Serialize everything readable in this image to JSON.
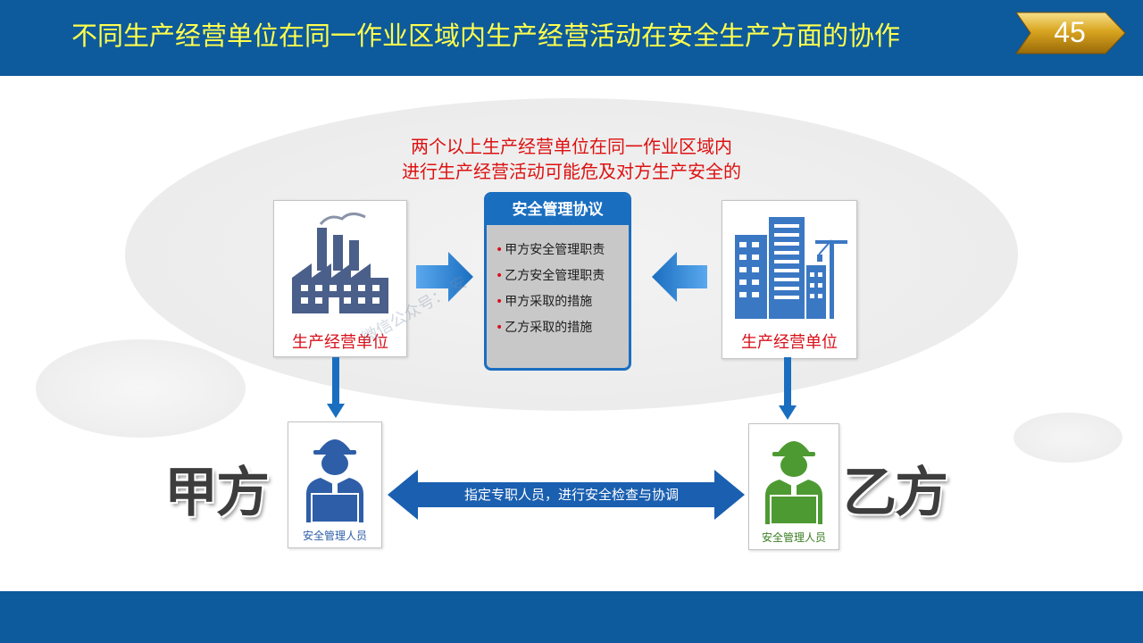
{
  "header": {
    "title": "不同生产经营单位在同一作业区域内生产经营活动在安全生产方面的协作",
    "page_number": "45"
  },
  "intro": {
    "line1": "两个以上生产经营单位在同一作业区域内",
    "line2": "进行生产经营活动可能危及对方生产安全的"
  },
  "left_unit": {
    "label": "生产经营单位",
    "icon": "factory-icon"
  },
  "right_unit": {
    "label": "生产经营单位",
    "icon": "buildings-icon"
  },
  "agreement": {
    "title": "安全管理协议",
    "items": [
      "甲方安全管理职责",
      "乙方安全管理职责",
      "甲方采取的措施",
      "乙方采取的措施"
    ]
  },
  "party_a": {
    "name": "甲方",
    "person_label": "安全管理人员",
    "color": "#2e5ea8"
  },
  "party_b": {
    "name": "乙方",
    "person_label": "安全管理人员",
    "color": "#4e9a32"
  },
  "coordination": {
    "text": "指定专职人员，进行安全检查与协调"
  },
  "watermark": "微信公众号：  安",
  "colors": {
    "brand": "#0d5a9c",
    "accent_red": "#d8101a",
    "title_yellow": "#ffff4d"
  }
}
